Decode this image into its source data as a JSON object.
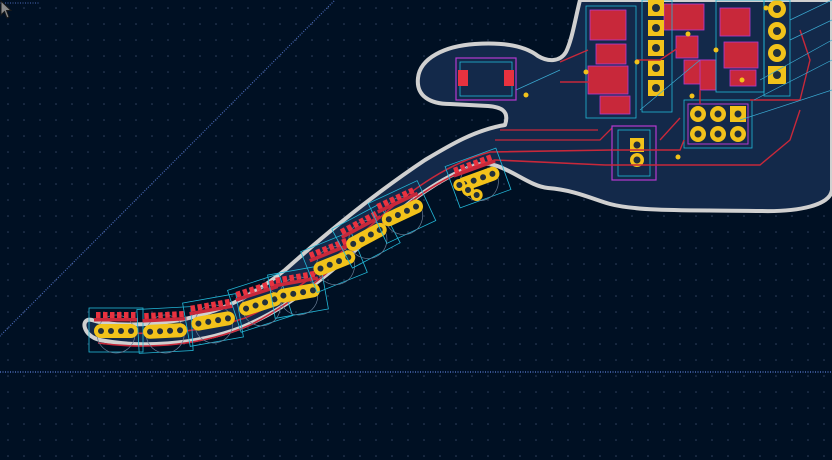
{
  "app": {
    "view": "pcb-editor-canvas"
  },
  "colors": {
    "background": "#001023",
    "grid_dot": "#31425e",
    "board_outline": "#d0d0d0",
    "board_fill": "#13294a",
    "copper_front": "#c8283a",
    "copper_back": "#e8323f",
    "pad_gold": "#f2c21a",
    "pad_hole": "#22303c",
    "courtyard": "#22b8d8",
    "silkscreen": "#b43ad0",
    "ratsnest": "#3aa8d0",
    "guide_line": "#4a6ab8"
  },
  "icons": {
    "cursor": "arrow-cursor-icon"
  },
  "board": {
    "led_strip_count": 9,
    "led_pins_per_group": 4
  }
}
